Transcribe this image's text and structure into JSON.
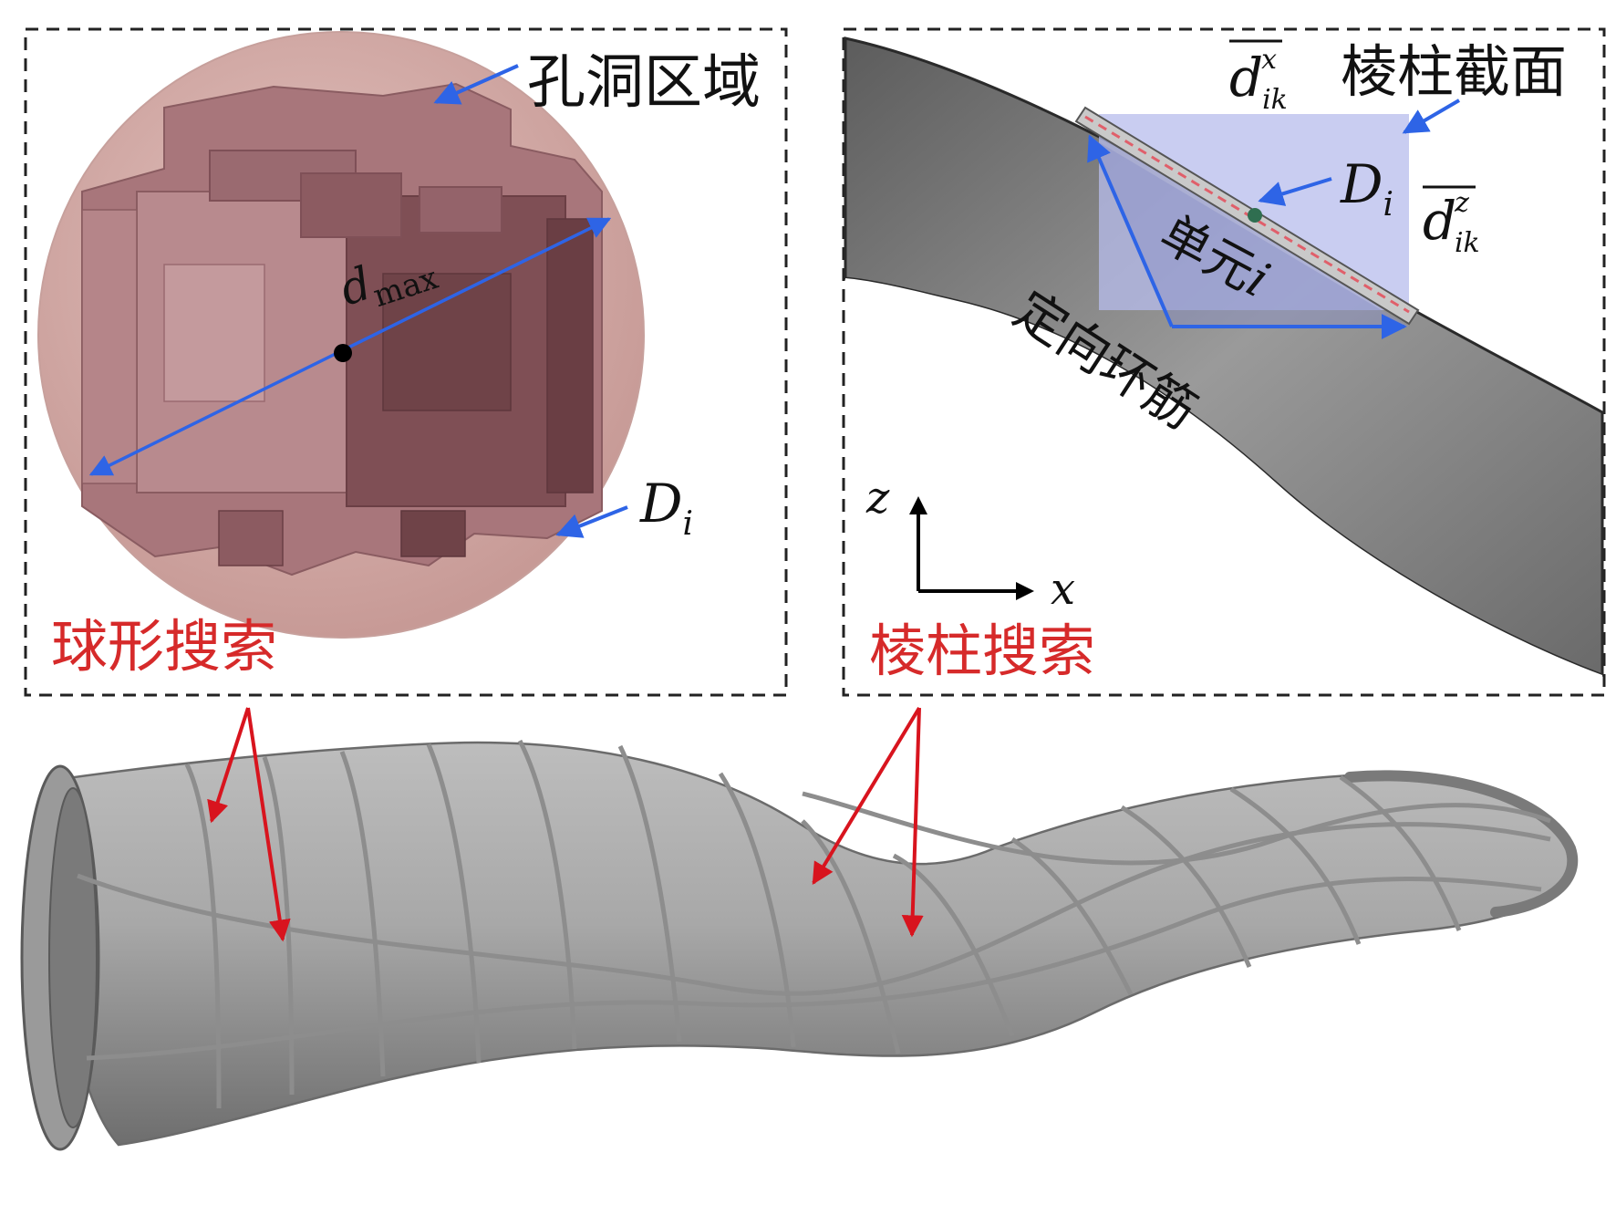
{
  "panels": {
    "sphere": {
      "hole_region_label": "孔洞区域",
      "dmax_label": "d",
      "dmax_sub": "max",
      "Di_label": "D",
      "Di_sub": "i",
      "search_label": "球形搜索"
    },
    "prism": {
      "section_label": "棱柱截面",
      "dx_main": "d",
      "dx_sup": "x",
      "dx_sub": "ik",
      "dz_main": "d",
      "dz_sup": "z",
      "dz_sub": "ik",
      "Di_label": "D",
      "Di_sub": "i",
      "unit_label": "单元",
      "unit_italic": "i",
      "rib_label": "定向环筋",
      "axis_z": "z",
      "axis_x": "x",
      "search_label": "棱柱搜索"
    }
  },
  "colors": {
    "callout_red": "#d8141e",
    "callout_blue": "#2e64e6",
    "label_red": "#d62a2a",
    "sphere_fill": "#d9b1ad",
    "block_fill": "#a06e74",
    "shell_gray": "#8f8f8f",
    "prism_fill": "#b7bcec"
  }
}
